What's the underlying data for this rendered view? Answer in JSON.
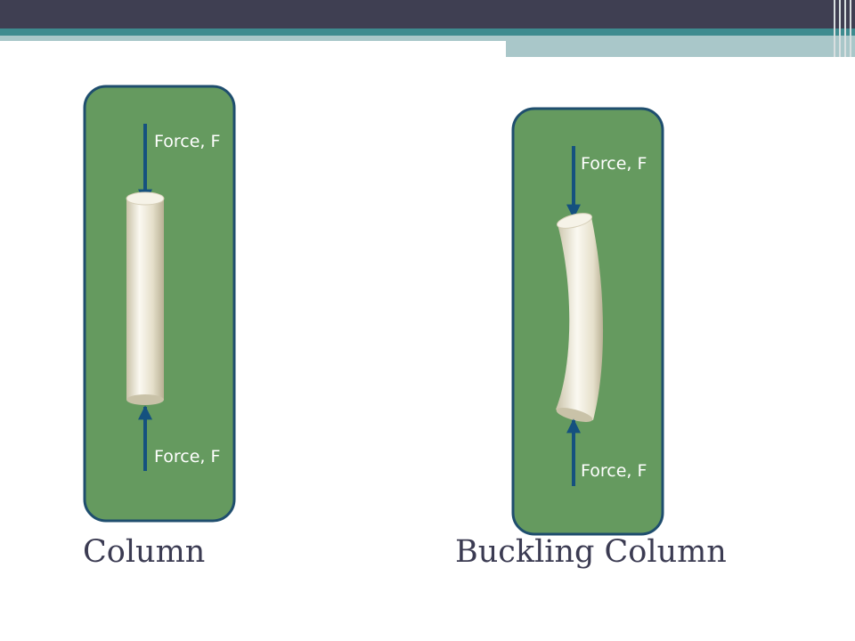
{
  "colors": {
    "header_dark": "#3f3f52",
    "header_teal": "#3e8b8f",
    "header_light": "#a9c7c9",
    "panel_green": "#659a5f",
    "panel_border": "#1f4e6e",
    "arrow_blue": "#15517f",
    "column_ivory": "#ece7d6",
    "caption_text": "#3b3b52"
  },
  "diagrams": [
    {
      "caption": "Column",
      "force_top_label": "Force, F",
      "force_bottom_label": "Force, F",
      "shape": "straight"
    },
    {
      "caption": "Buckling Column",
      "force_top_label": "Force, F",
      "force_bottom_label": "Force, F",
      "shape": "bent"
    }
  ]
}
